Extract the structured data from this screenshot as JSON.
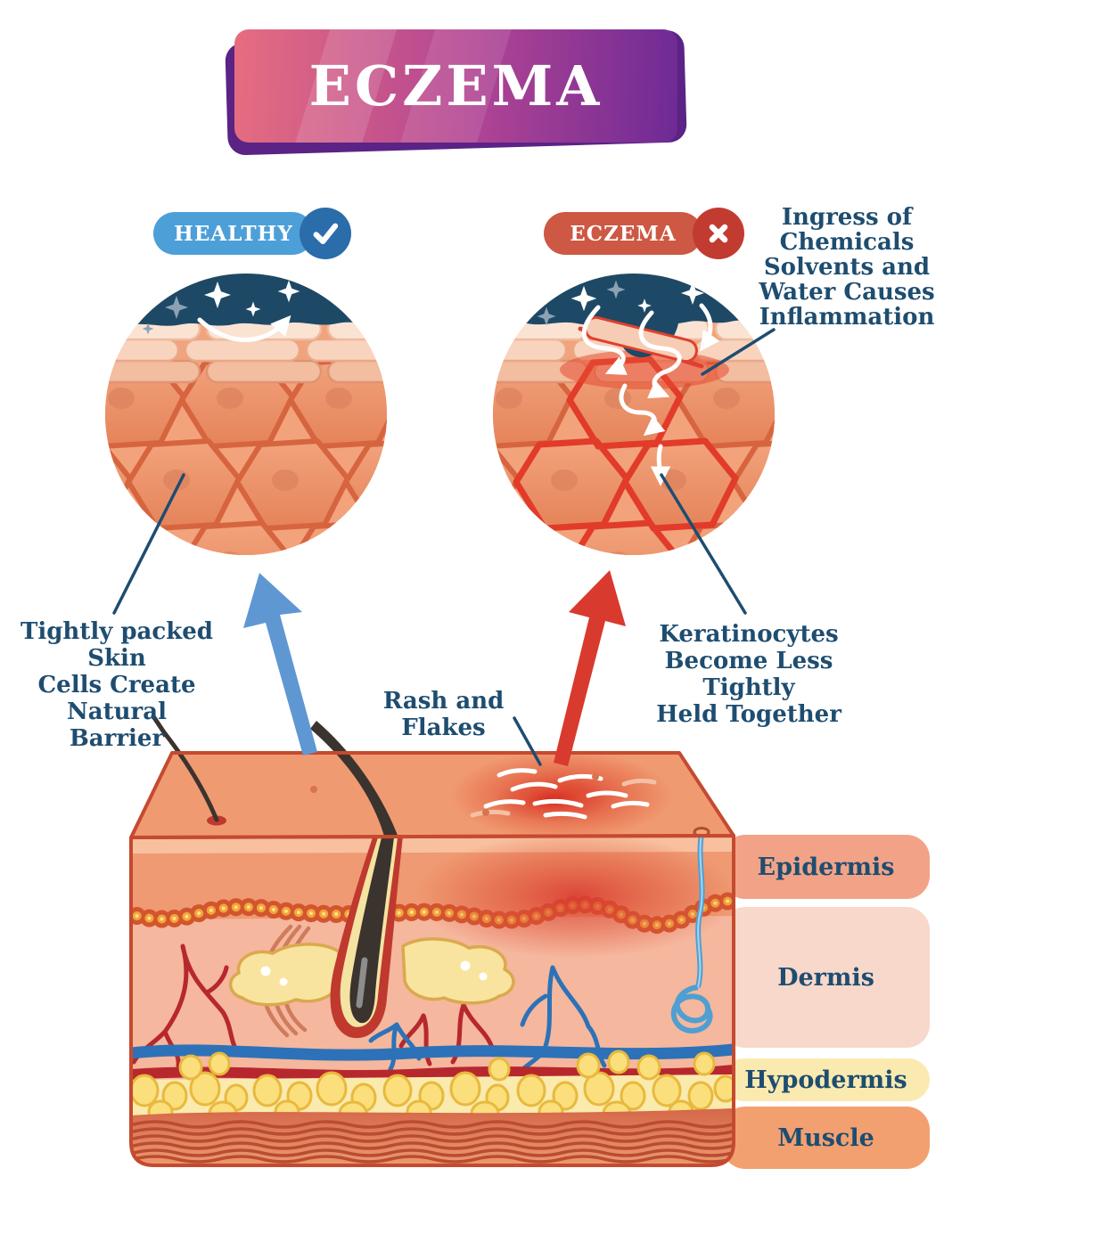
{
  "title": {
    "text": "ECZEMA"
  },
  "legend": {
    "healthy": {
      "label": "HEALTHY",
      "icon": "check-icon",
      "pill_color": "#4d9fd8",
      "icon_circle_color": "#2b6cab"
    },
    "eczema": {
      "label": "ECZEMA",
      "icon": "cross-icon",
      "pill_color": "#cd5843",
      "icon_circle_color": "#c23b31"
    }
  },
  "annotations": {
    "ingress": "Ingress of\nChemicals\nSolvents and\nWater Causes\nInflammation",
    "tightly_packed": "Tightly packed Skin\nCells Create Natural\nBarrier",
    "rash_and_flakes": "Rash and Flakes",
    "keratinocytes": "Keratinocytes\nBecome Less Tightly\nHeld Together"
  },
  "skin_layers": [
    {
      "label": "Epidermis",
      "color": "#f2a387"
    },
    {
      "label": "Dermis",
      "color": "#f8d8ca"
    },
    {
      "label": "Hypodermis",
      "color": "#faeaaf"
    },
    {
      "label": "Muscle",
      "color": "#f3a071"
    }
  ],
  "colors": {
    "annotation_text": "#1e4d70",
    "healthy_arrow": "#5f97d3",
    "eczema_arrow": "#d93a2e",
    "banner_gradient_start": "#e66d80",
    "banner_gradient_end": "#6e2a95",
    "banner_shadow": "#5a2385",
    "cell_navy_background": "#1d4966",
    "inflammation_red": "#e23b2a"
  }
}
